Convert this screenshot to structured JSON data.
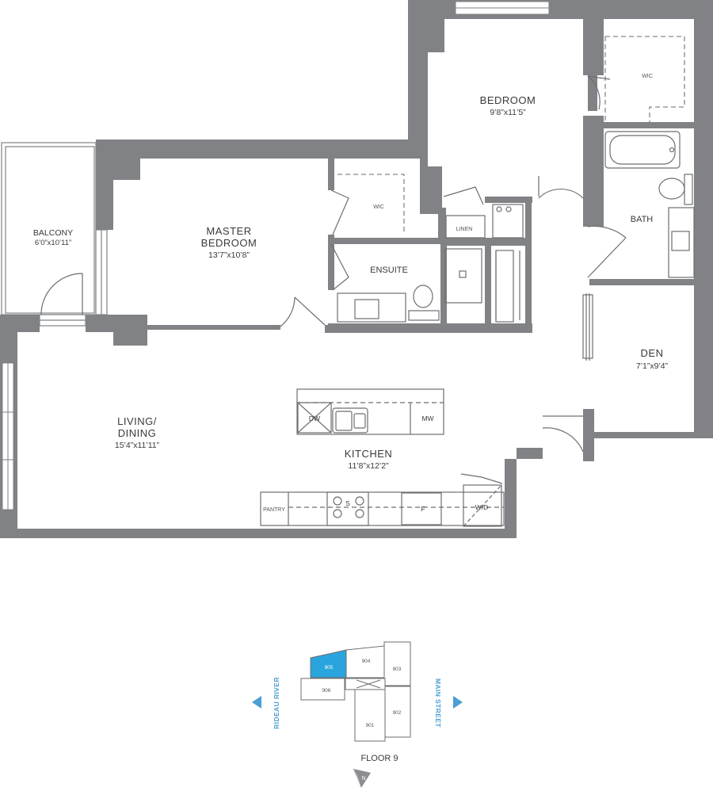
{
  "rooms": {
    "bedroom": {
      "name": "BEDROOM",
      "dims": "9’8”x11’5”"
    },
    "master_bedroom": {
      "name_line1": "MASTER",
      "name_line2": "BEDROOM",
      "dims": "13’7”x10’8”"
    },
    "balcony": {
      "name": "BALCONY",
      "dims": "6’0”x10’11”"
    },
    "living": {
      "name_line1": "LIVING/",
      "name_line2": "DINING",
      "dims": "15’4”x11’11”"
    },
    "kitchen": {
      "name": "KITCHEN",
      "dims": "11’8”x12’2”"
    },
    "den": {
      "name": "DEN",
      "dims": "7’1”x9’4”"
    },
    "bath": {
      "name": "BATH"
    },
    "ensuite": {
      "name": "ENSUITE"
    }
  },
  "fixtures": {
    "wic_bedroom": "WIC",
    "wic_master": "WIC",
    "linen": "LINEN",
    "dishwasher": "DW",
    "microwave": "MW",
    "stove": "S",
    "fridge": "F",
    "pantry": "PANTRY",
    "washer_dryer": "W/D"
  },
  "key_plan": {
    "floor_label": "FLOOR 9",
    "street_left": "RIDEAU RIVER",
    "street_right": "MAIN STREET",
    "north_label": "N",
    "units": [
      "905",
      "904",
      "903",
      "906",
      "902",
      "901"
    ],
    "highlight_color": "#2aa4dc",
    "street_color": "#4a9fd4"
  },
  "colors": {
    "wall": "#808285",
    "fixture_line": "#6d6e71"
  }
}
